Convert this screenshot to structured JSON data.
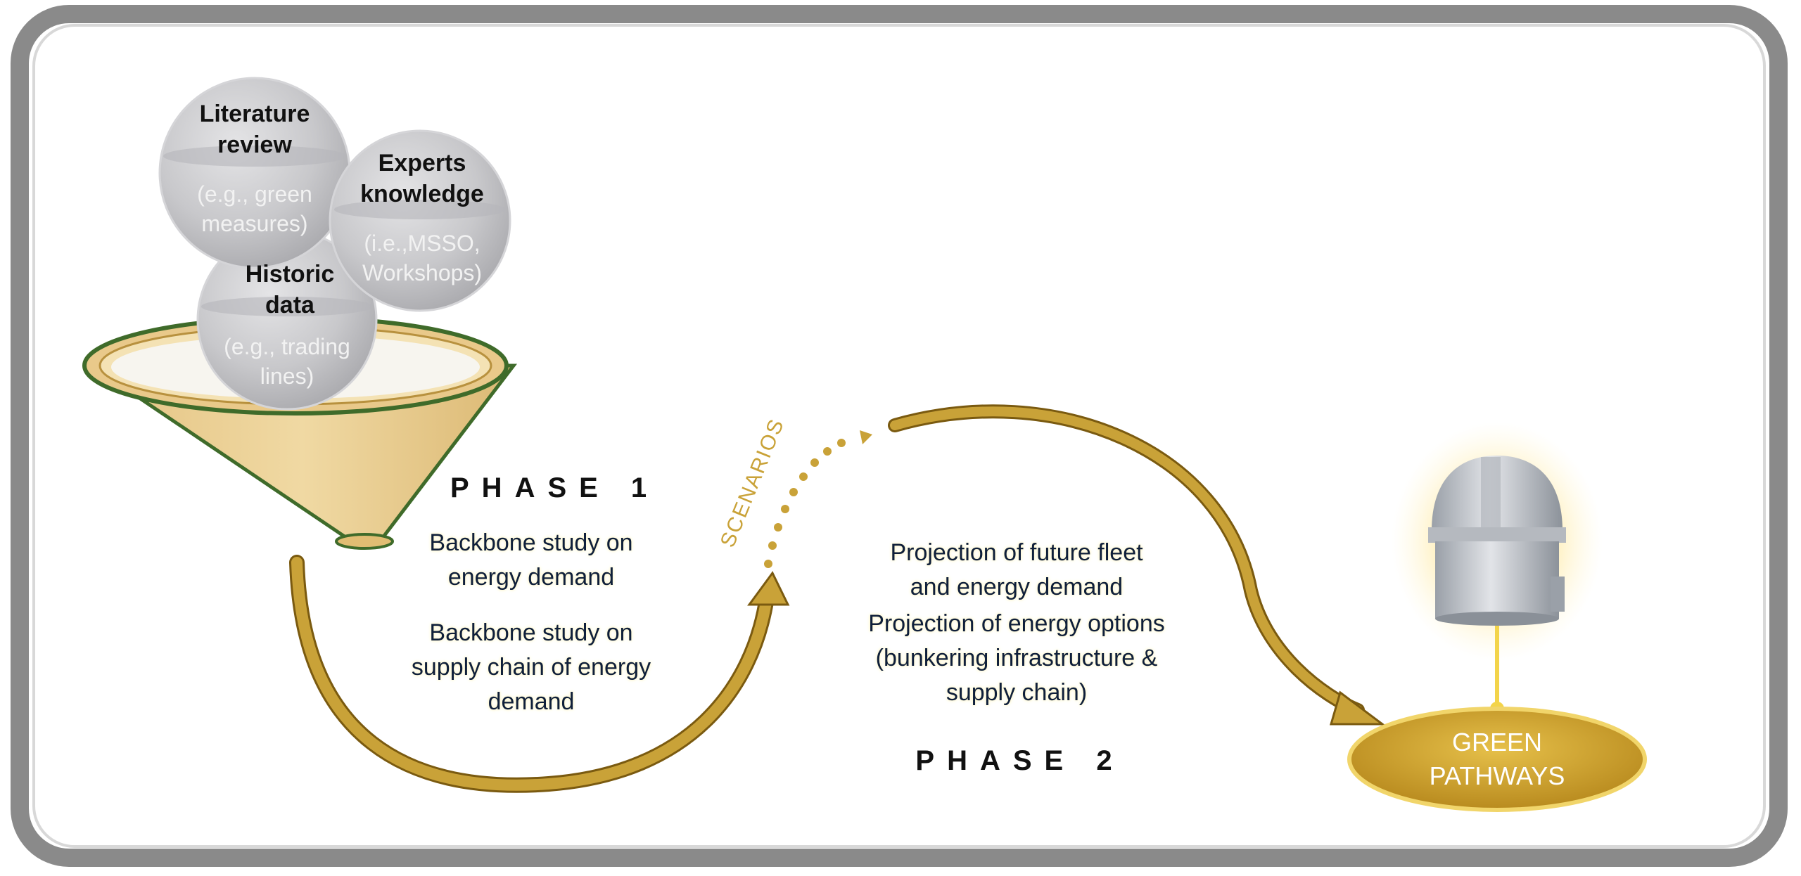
{
  "inputs": [
    {
      "title_lines": [
        "Literature",
        "review"
      ],
      "detail_lines": [
        "(e.g., green",
        "measures)"
      ]
    },
    {
      "title_lines": [
        "Experts",
        "knowledge"
      ],
      "detail_lines": [
        "(i.e.,MSSO,",
        "Workshops)"
      ]
    },
    {
      "title_lines": [
        "Historic",
        "data"
      ],
      "detail_lines": [
        "(e.g., trading",
        "lines)"
      ]
    }
  ],
  "phase1": {
    "label": "PHASE 1",
    "items": [
      [
        "Backbone study on",
        "energy demand"
      ],
      [
        "Backbone study on",
        "supply chain of energy",
        "demand"
      ]
    ]
  },
  "scenarios_label": "SCENARIOS",
  "phase2": {
    "label": "PHASE 2",
    "items": [
      [
        "Projection of future fleet",
        "and energy demand"
      ],
      [
        "Projection of  energy options",
        "(bunkering infrastructure  &",
        "supply chain)"
      ]
    ]
  },
  "output": {
    "lines": [
      "GREEN",
      "PATHWAYS"
    ]
  },
  "colors": {
    "gold": "#c9a238",
    "funnel_fill": "#e9c98a",
    "funnel_rim": "#3f6b2a",
    "bubble": "#c9c9cc",
    "frame": "#8a8a8a"
  },
  "icons": {
    "observatory": "observatory-icon",
    "funnel": "funnel-icon"
  }
}
